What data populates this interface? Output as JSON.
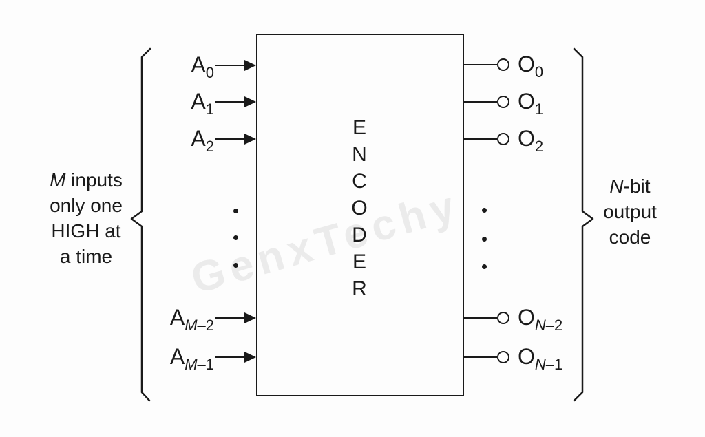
{
  "diagram": {
    "box_label": "ENCODER",
    "watermark": "GenxTechy",
    "inputs": {
      "items": [
        {
          "base": "A",
          "sub_italic": "",
          "sub_plain": "0"
        },
        {
          "base": "A",
          "sub_italic": "",
          "sub_plain": "1"
        },
        {
          "base": "A",
          "sub_italic": "",
          "sub_plain": "2"
        },
        {
          "base": "A",
          "sub_italic": "M",
          "sub_plain": "–2"
        },
        {
          "base": "A",
          "sub_italic": "M",
          "sub_plain": "–1"
        }
      ],
      "caption": {
        "line1_italic": "M",
        "line1_rest": " inputs",
        "line2": "only one",
        "line3": "HIGH at",
        "line4": "a time"
      }
    },
    "outputs": {
      "items": [
        {
          "base": "O",
          "sub_italic": "",
          "sub_plain": "0"
        },
        {
          "base": "O",
          "sub_italic": "",
          "sub_plain": "1"
        },
        {
          "base": "O",
          "sub_italic": "",
          "sub_plain": "2"
        },
        {
          "base": "O",
          "sub_italic": "N",
          "sub_plain": "–2"
        },
        {
          "base": "O",
          "sub_italic": "N",
          "sub_plain": "–1"
        }
      ],
      "caption": {
        "line1_italic": "N",
        "line1_rest": "-bit",
        "line2": "output",
        "line3": "code"
      }
    },
    "colors": {
      "line": "#1a1a1a",
      "text": "#1a1a1a",
      "watermark": "#ebebeb",
      "background": "#fdfdfd"
    }
  }
}
